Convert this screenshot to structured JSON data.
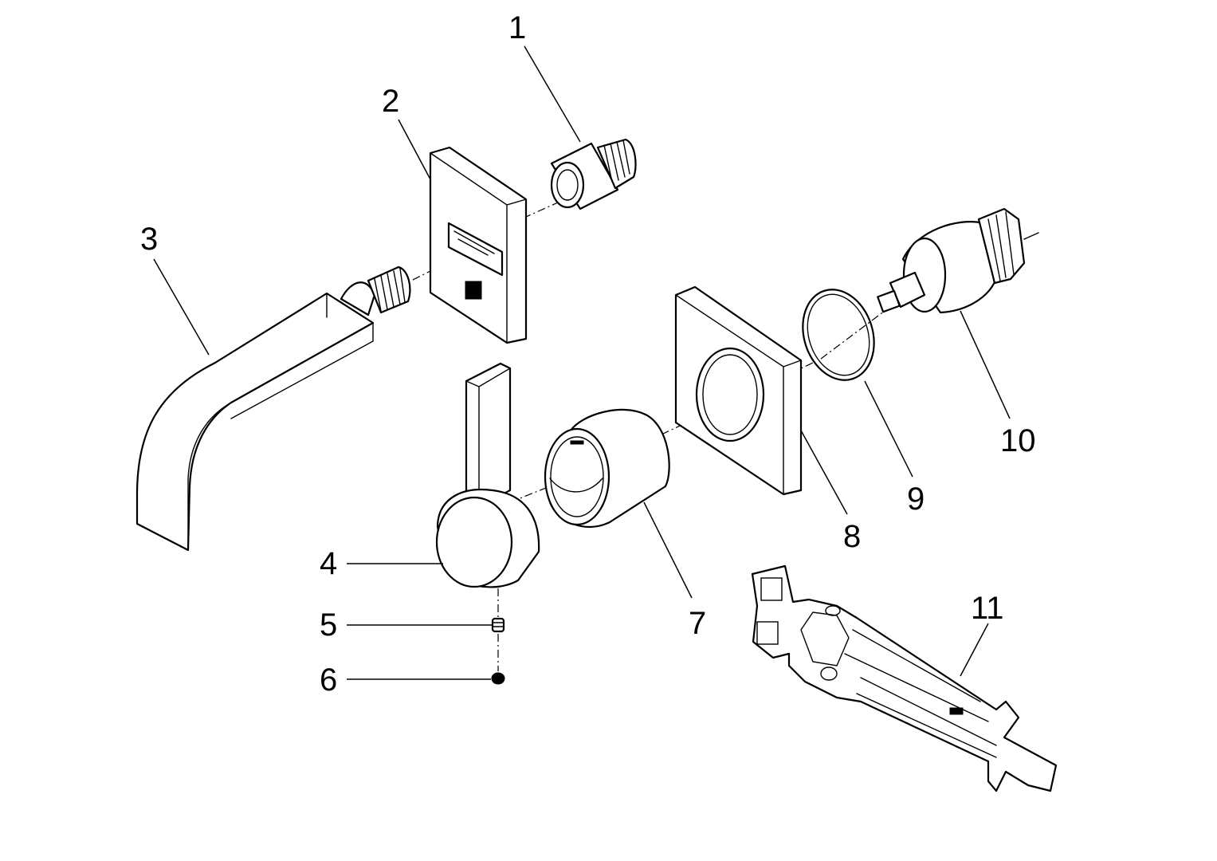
{
  "diagram": {
    "parts": [
      {
        "id": "part-1",
        "label": "1"
      },
      {
        "id": "part-2",
        "label": "2"
      },
      {
        "id": "part-3",
        "label": "3"
      },
      {
        "id": "part-4",
        "label": "4"
      },
      {
        "id": "part-5",
        "label": "5"
      },
      {
        "id": "part-6",
        "label": "6"
      },
      {
        "id": "part-7",
        "label": "7"
      },
      {
        "id": "part-8",
        "label": "8"
      },
      {
        "id": "part-9",
        "label": "9"
      },
      {
        "id": "part-10",
        "label": "10"
      },
      {
        "id": "part-11",
        "label": "11"
      }
    ]
  }
}
